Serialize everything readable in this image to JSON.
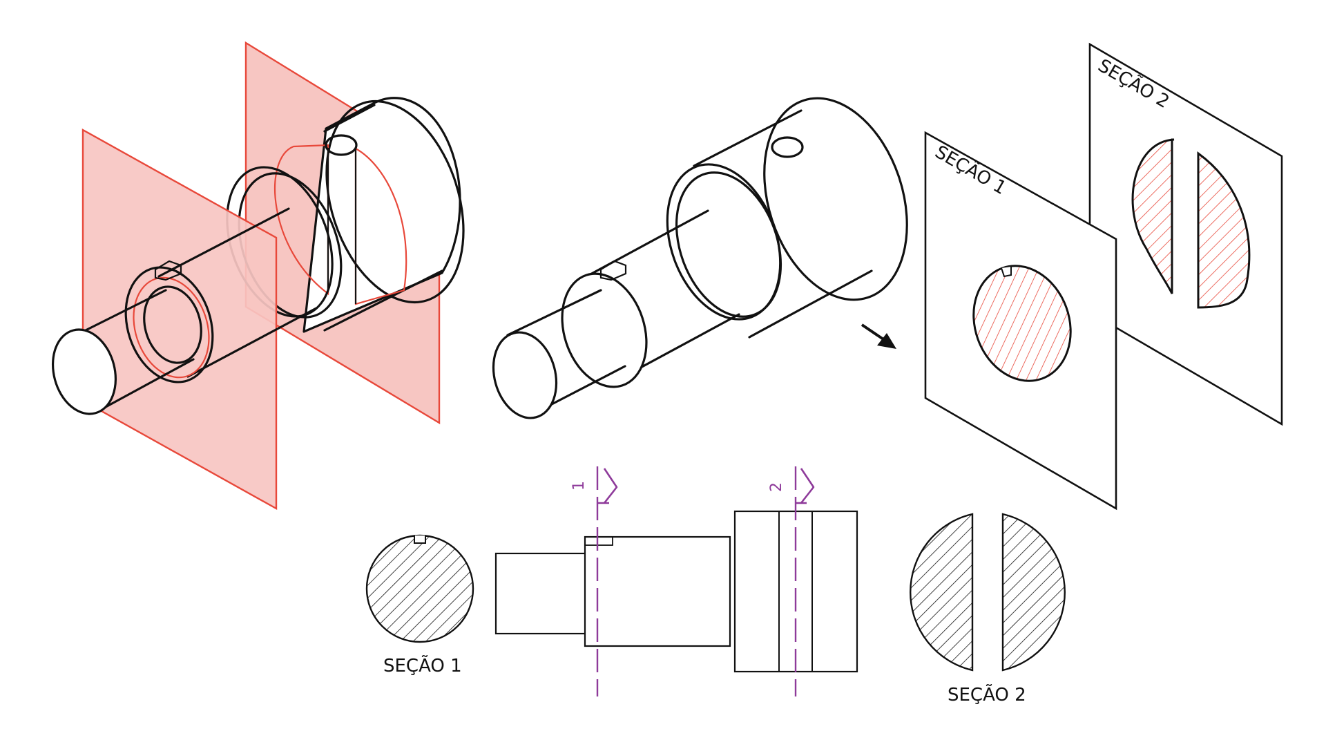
{
  "colors": {
    "line": "#111111",
    "cut_plane_fill": "#f7c6c2",
    "cut_plane_stroke": "#e8483a",
    "hatch_red": "#e8483a",
    "hatch_black": "#111111",
    "section_mark": "#8e3a9a"
  },
  "panels": {
    "section1_label": "SEÇÃO 1",
    "section2_label": "SEÇÃO 2"
  },
  "drawing": {
    "section1_label": "SEÇÃO 1",
    "section2_label": "SEÇÃO 2",
    "cut1_number": "1",
    "cut2_number": "2"
  },
  "icons": {
    "arrow": "arrow-down-right-icon"
  }
}
